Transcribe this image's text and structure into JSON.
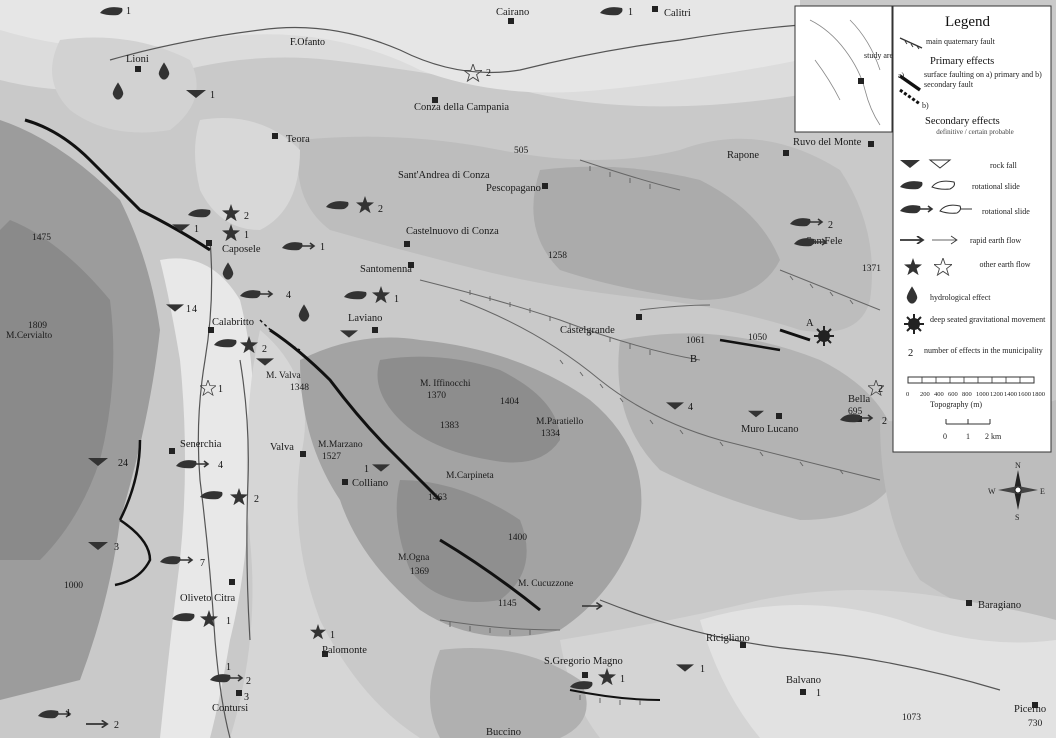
{
  "legend": {
    "title": "Legend",
    "main_fault": "main quaternary fault",
    "primary_heading": "Primary effects",
    "primary_desc": "surface faulting on a) primary and b) secondary fault",
    "primary_a": "a)",
    "primary_b": "b)",
    "secondary_heading": "Secondary effects",
    "secondary_sub": "definitive / certain probable",
    "rock_fall": "rock fall",
    "rotational_slide": "rotational slide",
    "rotational_slide2": "rotational slide",
    "rapid_flow": "rapid earth flow",
    "other_flow": "other earth flow",
    "hydro": "hydrological effect",
    "deep_movement": "deep seated gravitational movement",
    "number_effects": "number of effects in the municipality",
    "number_symbol": "2",
    "topo_scale_labels": [
      "0",
      "200",
      "400",
      "600",
      "800",
      "1000",
      "1200",
      "1400",
      "1600",
      "1800"
    ],
    "topography": "Topography (m)",
    "distance_labels": [
      "0",
      "1",
      "2 km"
    ]
  },
  "inset": {
    "label": "study area"
  },
  "compass": {
    "n": "N",
    "s": "S",
    "e": "E",
    "w": "W"
  },
  "rivers": {
    "ofanto": "F.Ofanto"
  },
  "towns": {
    "calitri": "Calitri",
    "cairano": "Cairano",
    "lioni": "Lioni",
    "teora": "Teora",
    "conza": "Conza della Campania",
    "sant_andrea": "Sant'Andrea di Conza",
    "pescopagano": "Pescopagano",
    "rapone": "Rapone",
    "ruvo": "Ruvo del Monte",
    "san_fele": "San Fele",
    "caposele": "Caposele",
    "castelnuovo": "Castelnuovo di Conza",
    "santomenna": "Santomenna",
    "laviano": "Laviano",
    "calabritto": "Calabritto",
    "castelgrande": "Castelgrande",
    "bella": "Bella",
    "muro": "Muro Lucano",
    "senerchia": "Senerchia",
    "valva": "Valva",
    "colliano": "Colliano",
    "oliveto": "Oliveto Citra",
    "palomonte": "Palomonte",
    "contursi": "Contursi",
    "buccino": "Buccino",
    "sgregorio": "S.Gregorio Magno",
    "ricigliano": "Ricigliano",
    "balvano": "Balvano",
    "baragiano": "Baragiano",
    "picerno": "Picerno"
  },
  "peaks": {
    "m_cervialto": "M.Cervialto",
    "p1809": "1809",
    "p1475": "1475",
    "m_valva": "M. Valva",
    "p1348": "1348",
    "m_marzano": "M.Marzano",
    "p1527": "1527",
    "m_ifinocchi": "M. Iffinocchi",
    "p1370": "1370",
    "p1404": "1404",
    "p1383": "1383",
    "m_pierno": "M.Paratiello",
    "p1334": "1334",
    "m_carpineta": "M.Carpineta",
    "p1463": "1463",
    "m_ogna": "M.Ogna",
    "p1369": "1369",
    "m_cucuzzone": "M. Cucuzzone",
    "p1145": "1145",
    "p505": "505",
    "p1258": "1258",
    "p1061": "1061",
    "p1050": "1050",
    "p695": "695",
    "p1073": "1073",
    "p1000": "1000",
    "p1400": "1400",
    "p1371": "1371",
    "p730": "730",
    "a": "A",
    "b": "B"
  },
  "counts": {
    "c_top1": "1",
    "c_calitri": "1",
    "c_cairano": "2",
    "c_lioni": "1",
    "c_teora": "1",
    "c_cap1": "2",
    "c_cap2": "1",
    "c_cap3": "1",
    "c_cap4": "1",
    "c_cap5": "4",
    "c_sant2": "2",
    "c_lav": "1",
    "c_cal": "2",
    "c_cal2": "1",
    "c_cal3": "4",
    "c_sen": "24",
    "c_sen2": "4",
    "c_sen3": "2",
    "c_sen4": "3",
    "c_oli": "7",
    "c_oli2": "1",
    "c_pal": "1",
    "c_con": "2",
    "c_con2": "1",
    "c_con3": "3",
    "c_bl1": "1",
    "c_bl2": "2",
    "c_sg": "1",
    "c_sg2": "1",
    "c_ric": "1",
    "c_bal": "1",
    "c_bel": "2",
    "c_bel2": "2",
    "c_mur": "4",
    "c_valva": "1",
    "c_sf": "2"
  }
}
